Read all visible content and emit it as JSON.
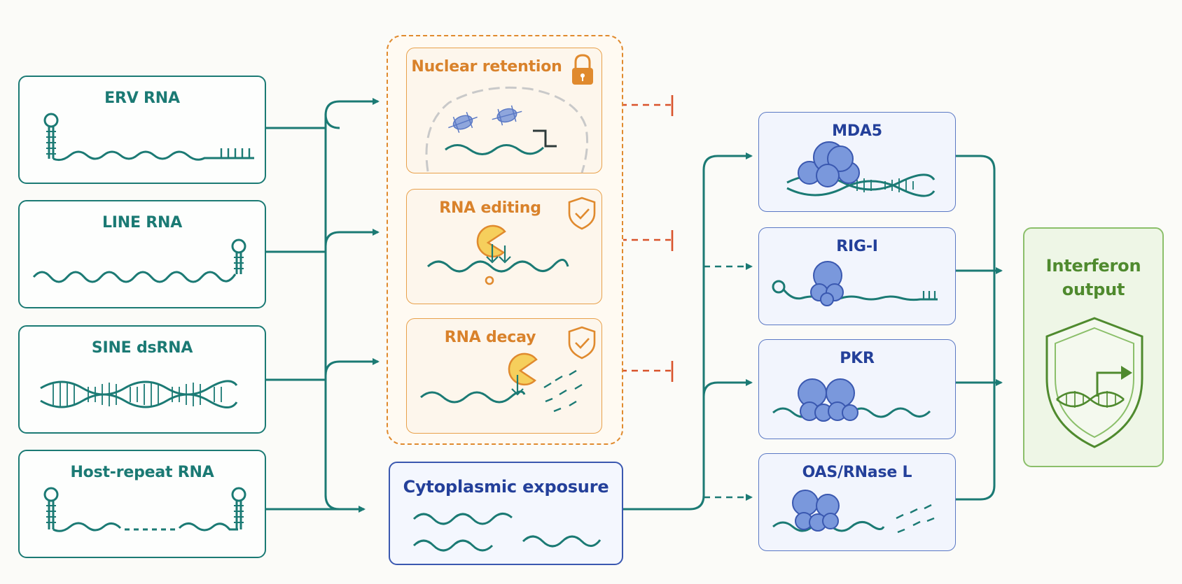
{
  "sources": [
    {
      "id": "erv",
      "label": "ERV RNA"
    },
    {
      "id": "line",
      "label": "LINE RNA"
    },
    {
      "id": "sine",
      "label": "SINE dsRNA"
    },
    {
      "id": "host",
      "label": "Host-repeat RNA"
    }
  ],
  "controls": [
    {
      "id": "nuclear",
      "label": "Nuclear retention",
      "icon": "lock-icon"
    },
    {
      "id": "editing",
      "label": "RNA editing",
      "icon": "shield-check-icon"
    },
    {
      "id": "decay",
      "label": "RNA decay",
      "icon": "shield-check-icon"
    }
  ],
  "cytoplasm": {
    "label": "Cytoplasmic exposure"
  },
  "sensors": [
    {
      "id": "mda5",
      "label": "MDA5"
    },
    {
      "id": "rigi",
      "label": "RIG-I"
    },
    {
      "id": "pkr",
      "label": "PKR"
    },
    {
      "id": "oas",
      "label": "OAS/RNase L"
    }
  ],
  "output": {
    "label_line1": "Interferon",
    "label_line2": "output"
  },
  "colors": {
    "teal": "#1b7a74",
    "orange": "#e08a2e",
    "inhibit": "#d9532b",
    "blue": "#3a58b0",
    "green": "#4f8a2e"
  }
}
